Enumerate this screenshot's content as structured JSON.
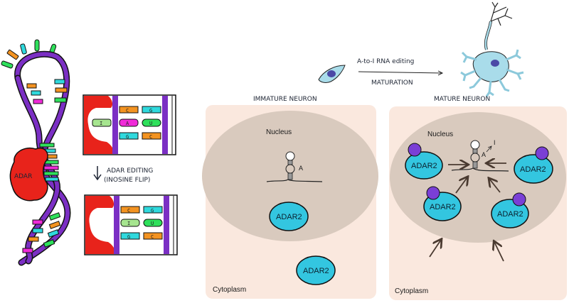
{
  "left_panel": {
    "adar_label": "ADAR",
    "editing_caption_line1": "ADAR EDITING",
    "editing_caption_line2": "(INOSINE FLIP)",
    "before_box": {
      "flipped_base": "I",
      "pairs": [
        [
          "C",
          "G"
        ],
        [
          "A",
          "U"
        ],
        [
          "G",
          "C"
        ]
      ]
    },
    "after_box": {
      "pairs": [
        [
          "C",
          "G"
        ],
        [
          "I",
          "U"
        ],
        [
          "G",
          "C"
        ]
      ]
    }
  },
  "header": {
    "process_top": "A-to-I RNA editing",
    "process_bottom": "MATURATION"
  },
  "immature": {
    "title": "IMMATURE NEURON",
    "nucleus_label": "Nucleus",
    "cytoplasm_label": "Cytoplasm",
    "site_label": "A",
    "enzymes": [
      "ADAR2",
      "ADAR2"
    ]
  },
  "mature": {
    "title": "MATURE NEURON",
    "nucleus_label": "Nucleus",
    "cytoplasm_label": "Cytoplasm",
    "site_label_from": "A",
    "site_label_to": "I",
    "enzymes": [
      "ADAR2",
      "ADAR2",
      "ADAR2",
      "ADAR2"
    ]
  },
  "colors": {
    "backbone": "#7b2fc4",
    "adar_red": "#e8231b",
    "enzyme_cyan": "#33c6e0",
    "cofactor_purple": "#7a3fd6",
    "cell_bg": "#fae8de",
    "nucleus": "#d9cabe",
    "neuron_body": "#a9dcea",
    "neuron_nucleus": "#4b49a6",
    "base_orange": "#f39321",
    "base_cyan": "#2fd9dd",
    "base_green": "#2ee05b",
    "base_magenta": "#f02ad8",
    "base_lightgreen": "#a6e58f"
  }
}
